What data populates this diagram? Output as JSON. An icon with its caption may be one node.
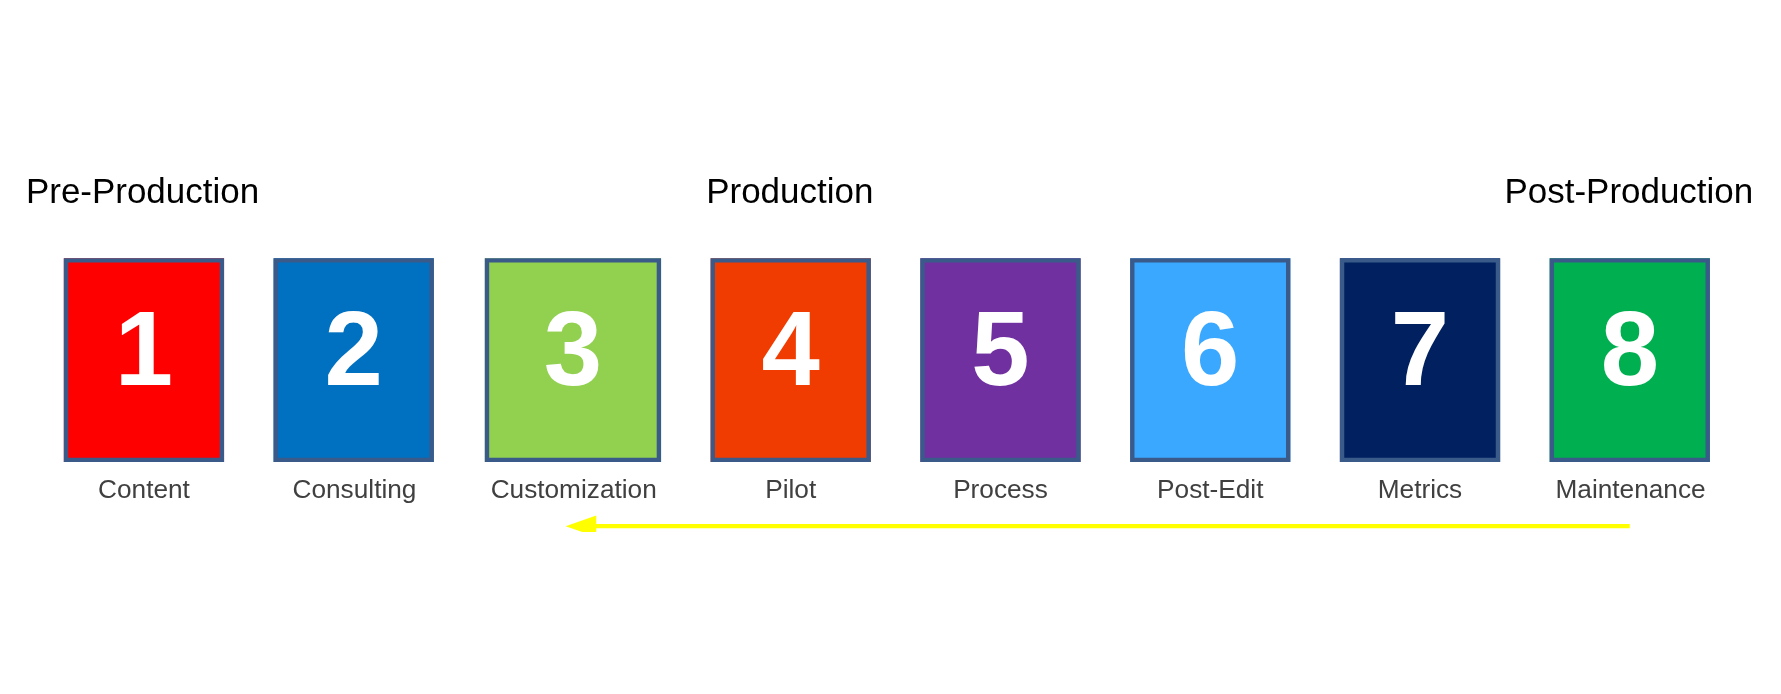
{
  "diagram": {
    "nodes": [
      {
        "text": [
          "1"
        ],
        "beside": [
          "Content"
        ]
      },
      {
        "text": [
          "2"
        ],
        "beside": [
          "Consulting"
        ]
      },
      {
        "text": [
          "3"
        ],
        "beside": [
          "Customization"
        ]
      },
      {
        "text": [
          "4"
        ],
        "beside": [
          "Pilot"
        ]
      },
      {
        "text": [
          "5"
        ],
        "beside": [
          "Process"
        ]
      },
      {
        "text": [
          "6"
        ],
        "beside": [
          "Post-Edit"
        ]
      },
      {
        "text": [
          "7"
        ],
        "beside": [
          "Metrics"
        ]
      },
      {
        "text": [
          "8"
        ],
        "beside": [
          "Maintenance"
        ]
      }
    ],
    "edges": [
      {
        "from": 7,
        "to": 2,
        "arrow": "to",
        "color": "#ffff00"
      }
    ],
    "labels": [
      "Pre-Production",
      "Production",
      "Post-Production"
    ]
  }
}
